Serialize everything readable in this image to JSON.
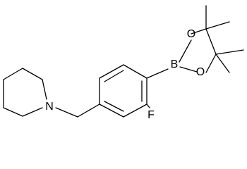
{
  "diagram": {
    "type": "chemical-structure",
    "colors": {
      "bond": "#000000",
      "label": "#000000",
      "background": "#ffffff"
    },
    "atom_labels": {
      "nitrogen": "N",
      "fluorine": "F",
      "boron": "B",
      "oxygen_upper": "O",
      "oxygen_lower": "O"
    }
  }
}
